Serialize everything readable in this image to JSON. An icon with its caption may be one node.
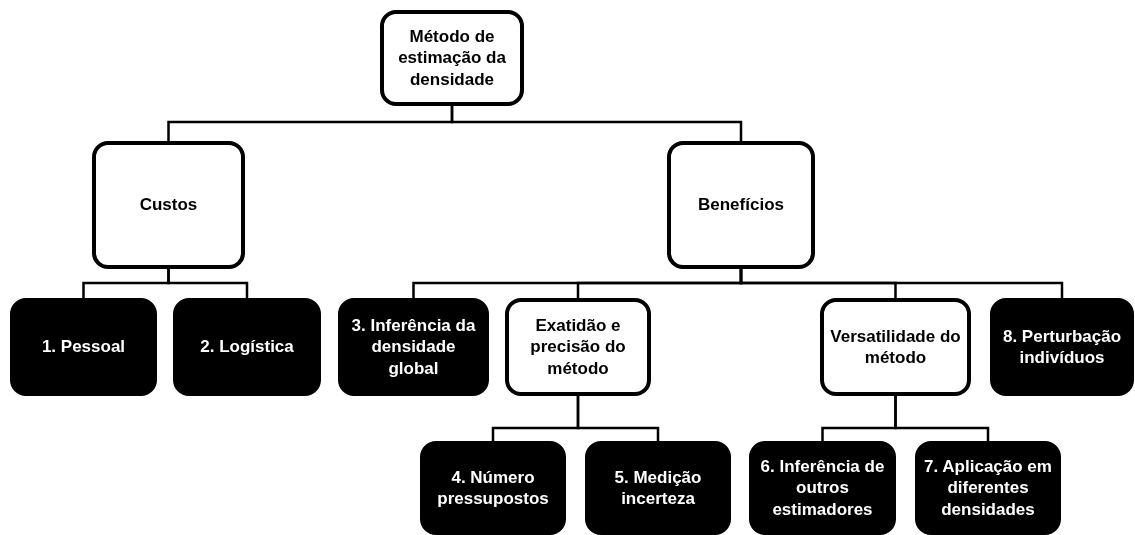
{
  "diagram": {
    "nodes": [
      {
        "text": [
          "Método de estimação da densidade"
        ]
      },
      {
        "text": [
          "Custos"
        ]
      },
      {
        "text": [
          "Benefícios"
        ]
      },
      {
        "text": [
          "1. Pessoal"
        ]
      },
      {
        "text": [
          "2. Logística"
        ]
      },
      {
        "text": [
          "3. Inferência da densidade global"
        ]
      },
      {
        "text": [
          "Exatidão e precisão do método"
        ]
      },
      {
        "text": [
          "Versatilidade do método"
        ]
      },
      {
        "text": [
          "8. Perturbação indivíduos"
        ]
      },
      {
        "text": [
          "4. Número pressupostos"
        ]
      },
      {
        "text": [
          "5. Medição incerteza"
        ]
      },
      {
        "text": [
          "6. Inferência de outros estimadores"
        ]
      },
      {
        "text": [
          "7. Aplicação em diferentes densidades"
        ]
      }
    ],
    "edges": [
      {
        "from": 0,
        "to": 1,
        "arrow": "none"
      },
      {
        "from": 0,
        "to": 2,
        "arrow": "none"
      },
      {
        "from": 1,
        "to": 3,
        "arrow": "none"
      },
      {
        "from": 1,
        "to": 4,
        "arrow": "none"
      },
      {
        "from": 2,
        "to": 5,
        "arrow": "none"
      },
      {
        "from": 2,
        "to": 6,
        "arrow": "none"
      },
      {
        "from": 2,
        "to": 7,
        "arrow": "none"
      },
      {
        "from": 2,
        "to": 8,
        "arrow": "none"
      },
      {
        "from": 6,
        "to": 9,
        "arrow": "none"
      },
      {
        "from": 6,
        "to": 10,
        "arrow": "none"
      },
      {
        "from": 7,
        "to": 11,
        "arrow": "none"
      },
      {
        "from": 7,
        "to": 12,
        "arrow": "none"
      }
    ]
  }
}
